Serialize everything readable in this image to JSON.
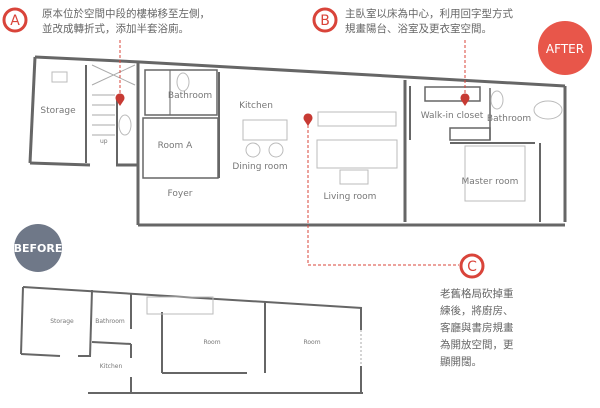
{
  "colors": {
    "accent": "#d9443a",
    "after_badge": "#e8564a",
    "before_badge": "#6f7888",
    "wall": "#666666",
    "furniture": "#bbbbbb"
  },
  "badges": {
    "after": "AFTER",
    "before": "BEFORE"
  },
  "annotations": [
    {
      "marker": "A",
      "lines": [
        "原本位於空間中段的樓梯移至左側，",
        "並改成轉折式，添加半套浴廁。"
      ]
    },
    {
      "marker": "B",
      "lines": [
        "主臥室以床為中心，利用回字型方式",
        "規畫陽台、浴室及更衣室空間。"
      ]
    },
    {
      "marker": "C",
      "lines": [
        "老舊格局砍掉重",
        "練後，將廚房、",
        "客廳與書房規畫",
        "為開放空間，更",
        "顯開闊。"
      ]
    }
  ],
  "after_plan": {
    "rooms": [
      "Storage",
      "Bathroom",
      "Kitchen",
      "Room A",
      "Dining room",
      "Foyer",
      "Living room",
      "Walk-in closet",
      "Bathroom",
      "Master room"
    ],
    "stair_label": "up"
  },
  "before_plan": {
    "rooms": [
      "Storage",
      "Bathroom",
      "Kitchen",
      "Room",
      "Room"
    ]
  },
  "icons": {
    "pin": "map-pin-icon"
  }
}
